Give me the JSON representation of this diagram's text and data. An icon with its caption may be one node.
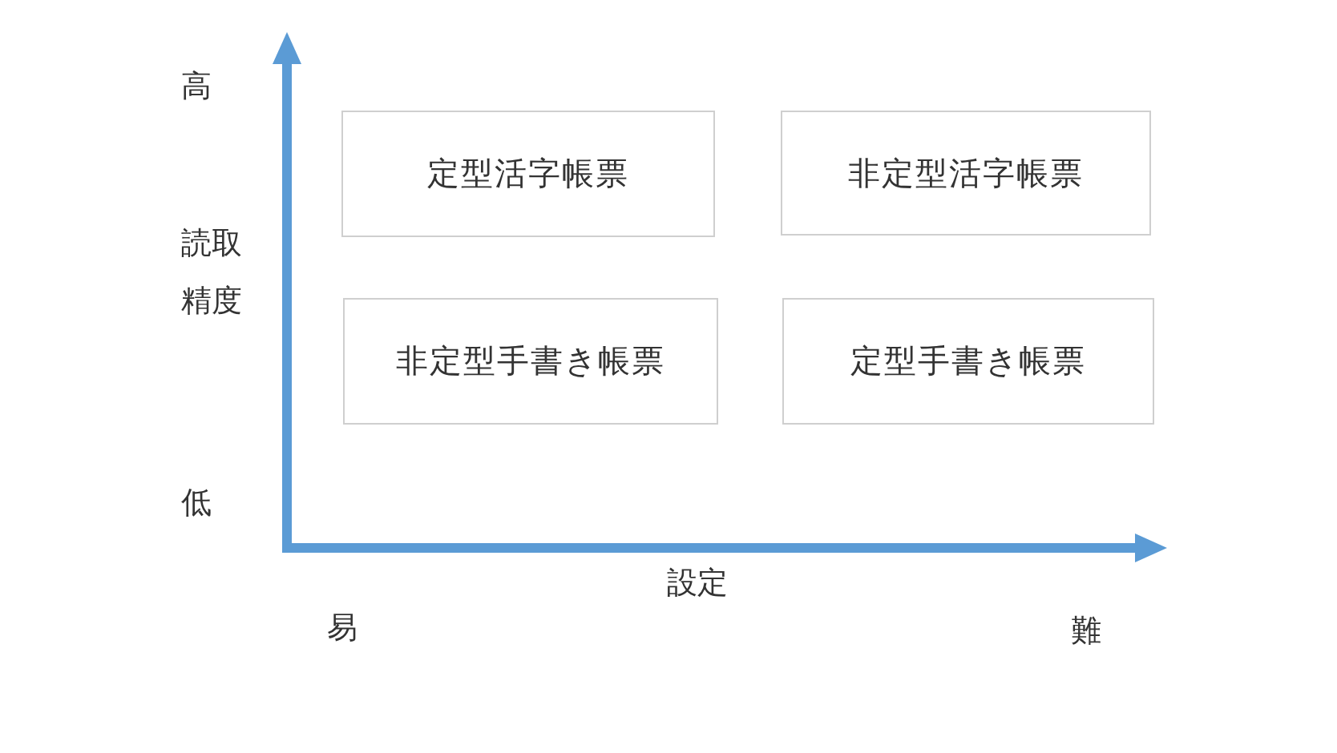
{
  "diagram": {
    "nodes": [
      {
        "text": [
          "定型活字帳票"
        ]
      },
      {
        "text": [
          "非定型活字帳票"
        ]
      },
      {
        "text": [
          "非定型手書き帳票"
        ]
      },
      {
        "text": [
          "定型手書き帳票"
        ]
      }
    ],
    "labels": [
      "高",
      "読取精度",
      "低",
      "設定",
      "易",
      "難"
    ]
  }
}
